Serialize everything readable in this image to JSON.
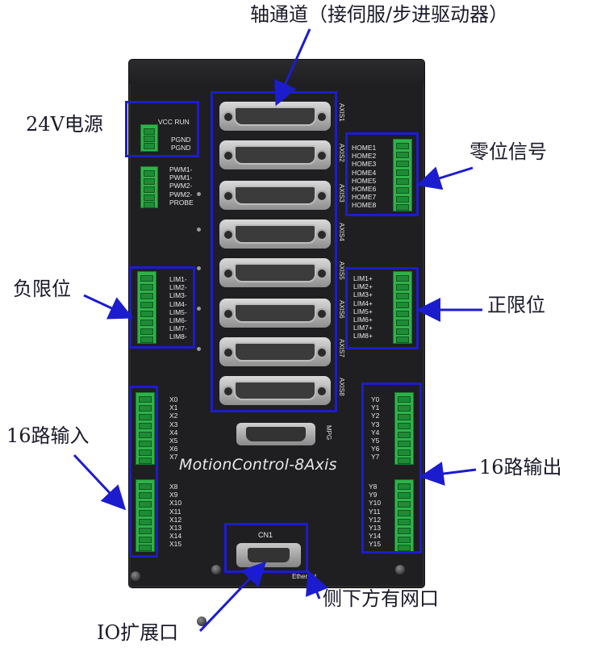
{
  "callouts": {
    "axis_channel": "轴通道（接伺服/步进驱动器）",
    "power_24v": "24V电源",
    "home_signal": "零位信号",
    "neg_limit": "负限位",
    "pos_limit": "正限位",
    "inputs_16": "16路输入",
    "outputs_16": "16路输出",
    "ethernet_side": "侧下方有网口",
    "io_expansion": "IO扩展口"
  },
  "device": {
    "brand": "MotionControl-8Axis",
    "power_labels": [
      "VCC",
      "RUN",
      "PGND",
      "PGND"
    ],
    "pwm_labels": [
      "PWM1-",
      "PWM1-",
      "PWM2-",
      "PWM2-",
      "PROBE"
    ],
    "home_labels": [
      "HOME1",
      "HOME2",
      "HOME3",
      "HOME4",
      "HOME5",
      "HOME6",
      "HOME7",
      "HOME8"
    ],
    "neg_limit_labels": [
      "LIM1-",
      "LIM2-",
      "LIM3-",
      "LIM4-",
      "LIM5-",
      "LIM6-",
      "LIM7-",
      "LIM8-"
    ],
    "pos_limit_labels": [
      "LIM1+",
      "LIM2+",
      "LIM3+",
      "LIM4+",
      "LIM5+",
      "LIM6+",
      "LIM7+",
      "LIM8+"
    ],
    "input_labels_a": [
      "X0",
      "X1",
      "X2",
      "X3",
      "X4",
      "X5",
      "X6",
      "X7"
    ],
    "input_labels_b": [
      "X8",
      "X9",
      "X10",
      "X11",
      "X12",
      "X13",
      "X14",
      "X15"
    ],
    "output_labels_a": [
      "Y0",
      "Y1",
      "Y2",
      "Y3",
      "Y4",
      "Y5",
      "Y6",
      "Y7"
    ],
    "output_labels_b": [
      "Y8",
      "Y9",
      "Y10",
      "Y11",
      "Y12",
      "Y13",
      "Y14",
      "Y15"
    ],
    "axis_labels": [
      "AXIS1",
      "AXIS2",
      "AXIS3",
      "AXIS4",
      "AXIS5",
      "AXIS6",
      "AXIS7",
      "AXIS8"
    ],
    "mpg_label": "MPG",
    "cn1_label": "CN1",
    "ethernet_label": "Ethernet"
  },
  "colors": {
    "callout_border": "#1c1ccf",
    "enclosure": "#1f1f21",
    "terminal_green": "#2fb24a"
  }
}
